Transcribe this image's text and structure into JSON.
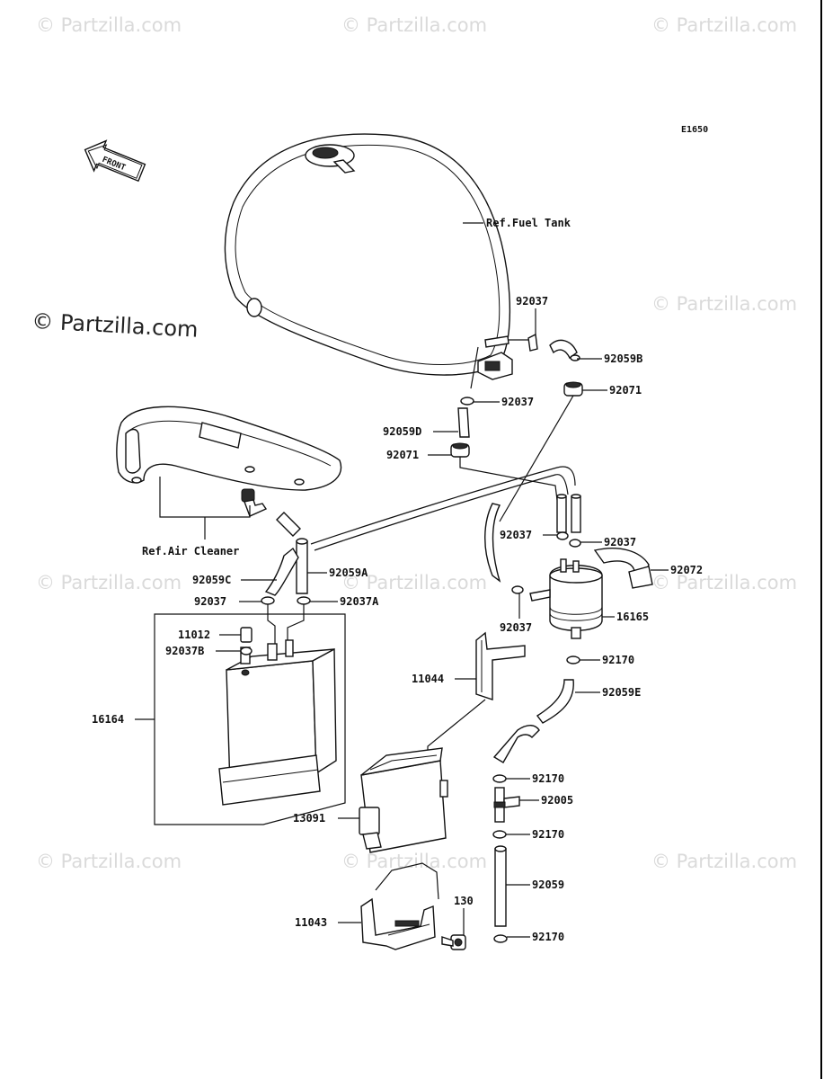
{
  "diagram_code": "E1650",
  "front_label": "FRONT",
  "watermarks": {
    "brand": "© Partzilla.com",
    "main": "© Partzilla.com"
  },
  "refs": {
    "fuel_tank": "Ref.Fuel Tank",
    "air_cleaner": "Ref.Air Cleaner"
  },
  "callouts": {
    "c92037_top": "92037",
    "c92059B": "92059B",
    "c92037_mid": "92037",
    "c92071_right": "92071",
    "c92059D": "92059D",
    "c92071_left": "92071",
    "c92037_filter_left": "92037",
    "c92037_filter_right": "92037",
    "c92072": "92072",
    "c92059C": "92059C",
    "c92059A": "92059A",
    "c92037_canister": "92037",
    "c92037A": "92037A",
    "c92037_bottom_filter": "92037",
    "c16165": "16165",
    "c11012": "11012",
    "c92037B": "92037B",
    "c92170_a": "92170",
    "c11044": "11044",
    "c92059E": "92059E",
    "c16164": "16164",
    "c92170_b": "92170",
    "c92005": "92005",
    "c13091": "13091",
    "c92170_c": "92170",
    "c92059": "92059",
    "c130": "130",
    "c11043": "11043",
    "c92170_d": "92170"
  }
}
